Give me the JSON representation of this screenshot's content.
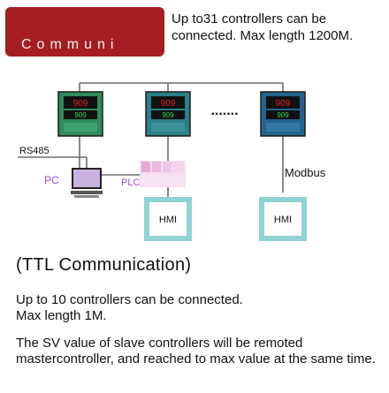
{
  "banner": {
    "text": "Communi"
  },
  "header_note": "Up to31 controllers can be connected. Max length 1200M.",
  "diagram": {
    "controller_display": {
      "pv": "909",
      "sv": "909"
    },
    "ellipsis": ".......",
    "labels": {
      "rs485": "RS485",
      "pc": "PC",
      "plc": "PLC",
      "modbus": "Modbus",
      "hmi": "HMI"
    },
    "colors": {
      "controller_green": "#2f8a5c",
      "controller_teal": "#2b7f86",
      "controller_blue": "#24638f",
      "display_red": "#e0212b",
      "label_purple": "#9b4bc7",
      "hmi_teal": "#8fd4d0",
      "line": "#6d6d6d"
    }
  },
  "ttl_title": "(TTL Communication)",
  "paragraph1": "Up to 10 controllers can be connected.\nMax length 1M.",
  "paragraph2": "The SV value of slave controllers will be remoted mastercontroller, and reached to max value at the same time."
}
